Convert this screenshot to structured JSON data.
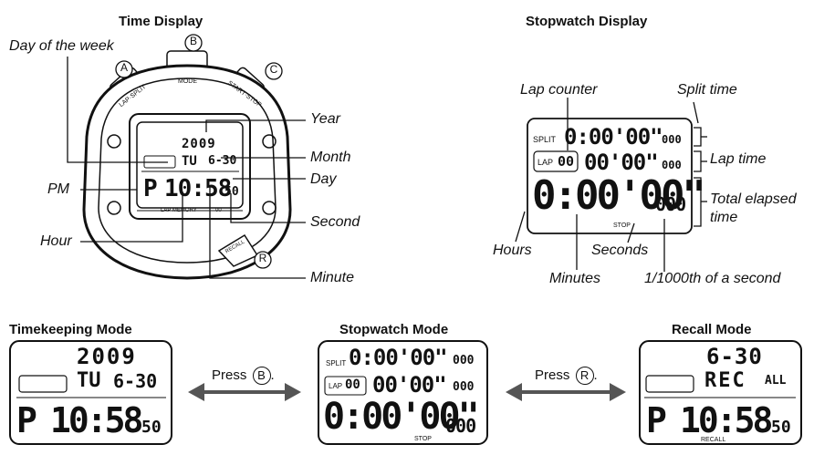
{
  "titles": {
    "time_display": "Time Display",
    "stopwatch_display": "Stopwatch Display",
    "timekeeping_mode": "Timekeeping Mode",
    "stopwatch_mode": "Stopwatch Mode",
    "recall_mode": "Recall Mode"
  },
  "watch": {
    "buttons": {
      "a": "A",
      "b": "B",
      "c": "C",
      "r": "R"
    },
    "bezel": {
      "mode": "MODE",
      "lap_split": "LAP·SPLIT",
      "start_stop": "START·STOP",
      "recall": "RECALL",
      "memory": "LAP MEMORY",
      "counter": "00"
    },
    "lcd": {
      "year": "2009",
      "day": "TU",
      "month_day": "6-30",
      "pm": "P",
      "time": "10:58",
      "seconds": "50"
    }
  },
  "time_labels": {
    "day_of_week": "Day of the week",
    "year": "Year",
    "month": "Month",
    "day": "Day",
    "pm": "PM",
    "second": "Second",
    "hour": "Hour",
    "minute": "Minute"
  },
  "stopwatch_display": {
    "split_tag": "SPLIT",
    "lap_tag": "LAP",
    "lap_count": "00",
    "split_time": "0:00'00\"",
    "split_ms": "000",
    "lap_time": "00'00\"",
    "lap_ms": "000",
    "total_time": "0:00'00\"",
    "total_ms": "000",
    "stop": "STOP"
  },
  "stopwatch_labels": {
    "lap_counter": "Lap counter",
    "split_time": "Split time",
    "lap_time": "Lap time",
    "total_elapsed": "Total elapsed time",
    "hours": "Hours",
    "seconds": "Seconds",
    "minutes": "Minutes",
    "thousandths": "1/1000th of a second"
  },
  "modes": {
    "timekeeping": {
      "year": "2009",
      "day": "TU",
      "month_day": "6-30",
      "pm": "P",
      "time": "10:58",
      "seconds": "50"
    },
    "stopwatch": {
      "split_tag": "SPLIT",
      "split_time": "0:00'00\"",
      "split_ms": "000",
      "lap_tag": "LAP",
      "lap_count": "00",
      "lap_time": "00'00\"",
      "lap_ms": "000",
      "total_time": "0:00'00\"",
      "total_ms": "000",
      "stop": "STOP"
    },
    "recall": {
      "month_day": "6-30",
      "rec": "REC",
      "all": "ALL",
      "pm": "P",
      "time": "10:58",
      "seconds": "50",
      "recall": "RECALL"
    }
  },
  "transitions": {
    "press_b": "Press",
    "button_b": "B",
    "press_r": "Press",
    "button_r": "R",
    "suffix": "."
  }
}
